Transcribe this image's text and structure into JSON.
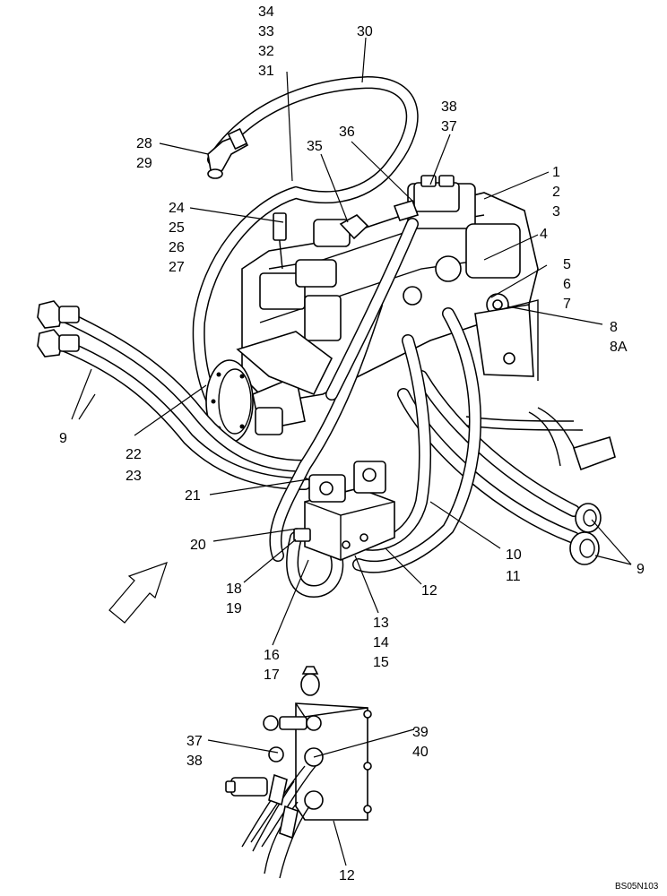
{
  "callouts": {
    "c34": "34",
    "c33": "33",
    "c32": "32",
    "c31": "31",
    "c30": "30",
    "c38a": "38",
    "c37a": "37",
    "c36": "36",
    "c35": "35",
    "c28": "28",
    "c29": "29",
    "c1": "1",
    "c2": "2",
    "c3": "3",
    "c4": "4",
    "c5": "5",
    "c6": "6",
    "c7": "7",
    "c8": "8",
    "c8A": "8A",
    "c24": "24",
    "c25": "25",
    "c26": "26",
    "c27": "27",
    "c9a": "9",
    "c22": "22",
    "c23": "23",
    "c21": "21",
    "c20": "20",
    "c18": "18",
    "c19": "19",
    "c16": "16",
    "c17": "17",
    "c13": "13",
    "c14": "14",
    "c15": "15",
    "c12a": "12",
    "c10": "10",
    "c11": "11",
    "c9b": "9",
    "c37b": "37",
    "c38b": "38",
    "c39": "39",
    "c40": "40",
    "c12b": "12"
  },
  "drawing_code": "BS05N103"
}
